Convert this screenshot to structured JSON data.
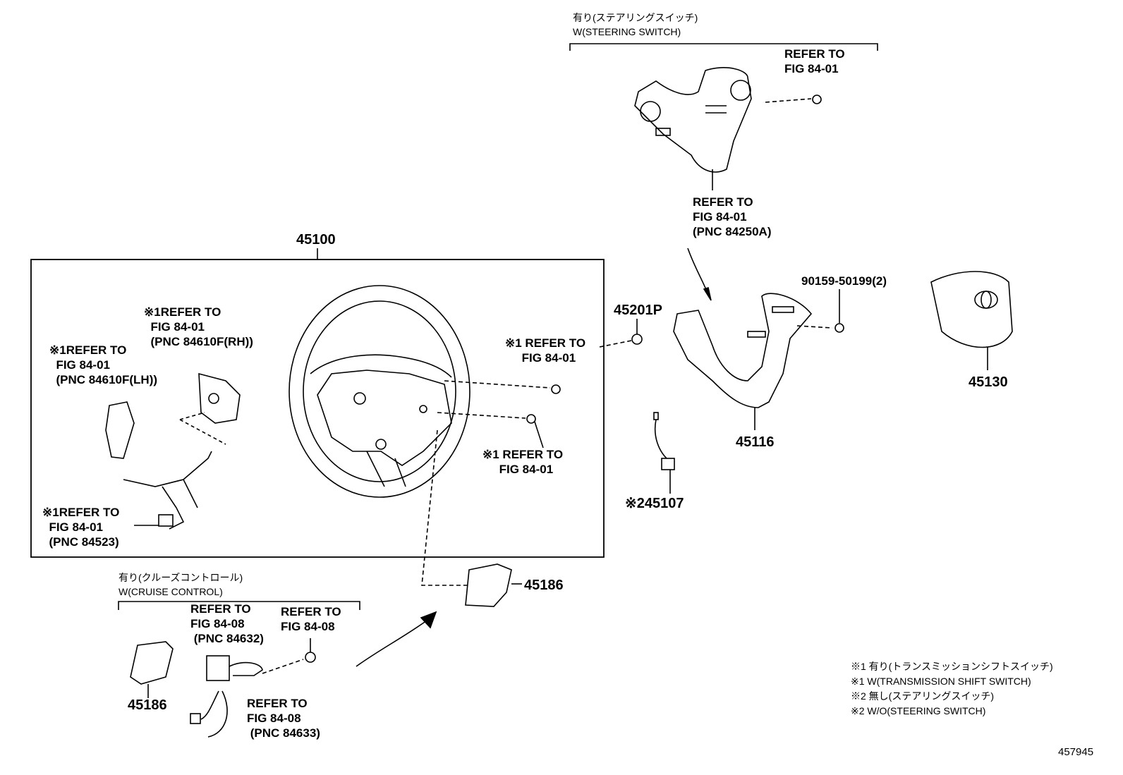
{
  "header_top": {
    "jp": "有り(ステアリングスイッチ)",
    "en": "W(STEERING SWITCH)"
  },
  "refs": {
    "top_right": "REFER TO\nFIG 84-01",
    "top_switch": "REFER TO\nFIG 84-01\n(PNC 84250A)",
    "rh_switch": "※1REFER TO\n  FIG 84-01\n  (PNC 84610F(RH))",
    "lh_switch": "※1REFER TO\n  FIG 84-01\n  (PNC 84610F(LH))",
    "wire_84523": "※1REFER TO\n  FIG 84-01\n  (PNC 84523)",
    "bolt_upper": "※1 REFER TO\n     FIG 84-01",
    "bolt_lower": "※1 REFER TO\n     FIG 84-01",
    "cruise_a": "REFER TO\nFIG 84-08\n (PNC 84632)",
    "cruise_b": "REFER TO\nFIG 84-08",
    "cruise_c": "REFER TO\nFIG 84-08\n (PNC 84633)"
  },
  "parts": {
    "p45100": "45100",
    "p45201p": "45201P",
    "p90159": "90159-50199(2)",
    "p45130": "45130",
    "p45116": "45116",
    "p45107": "※245107",
    "p45186_right": "45186",
    "p45186_left": "45186"
  },
  "cruise_header": {
    "jp": "有り(クルーズコントロール)",
    "en": "W(CRUISE CONTROL)"
  },
  "notes": [
    "※1 有り(トランスミッションシフトスイッチ)",
    "※1 W(TRANSMISSION SHIFT SWITCH)",
    "※2 無し(ステアリングスイッチ)",
    "※2 W/O(STEERING SWITCH)"
  ],
  "figure_id": "457945"
}
